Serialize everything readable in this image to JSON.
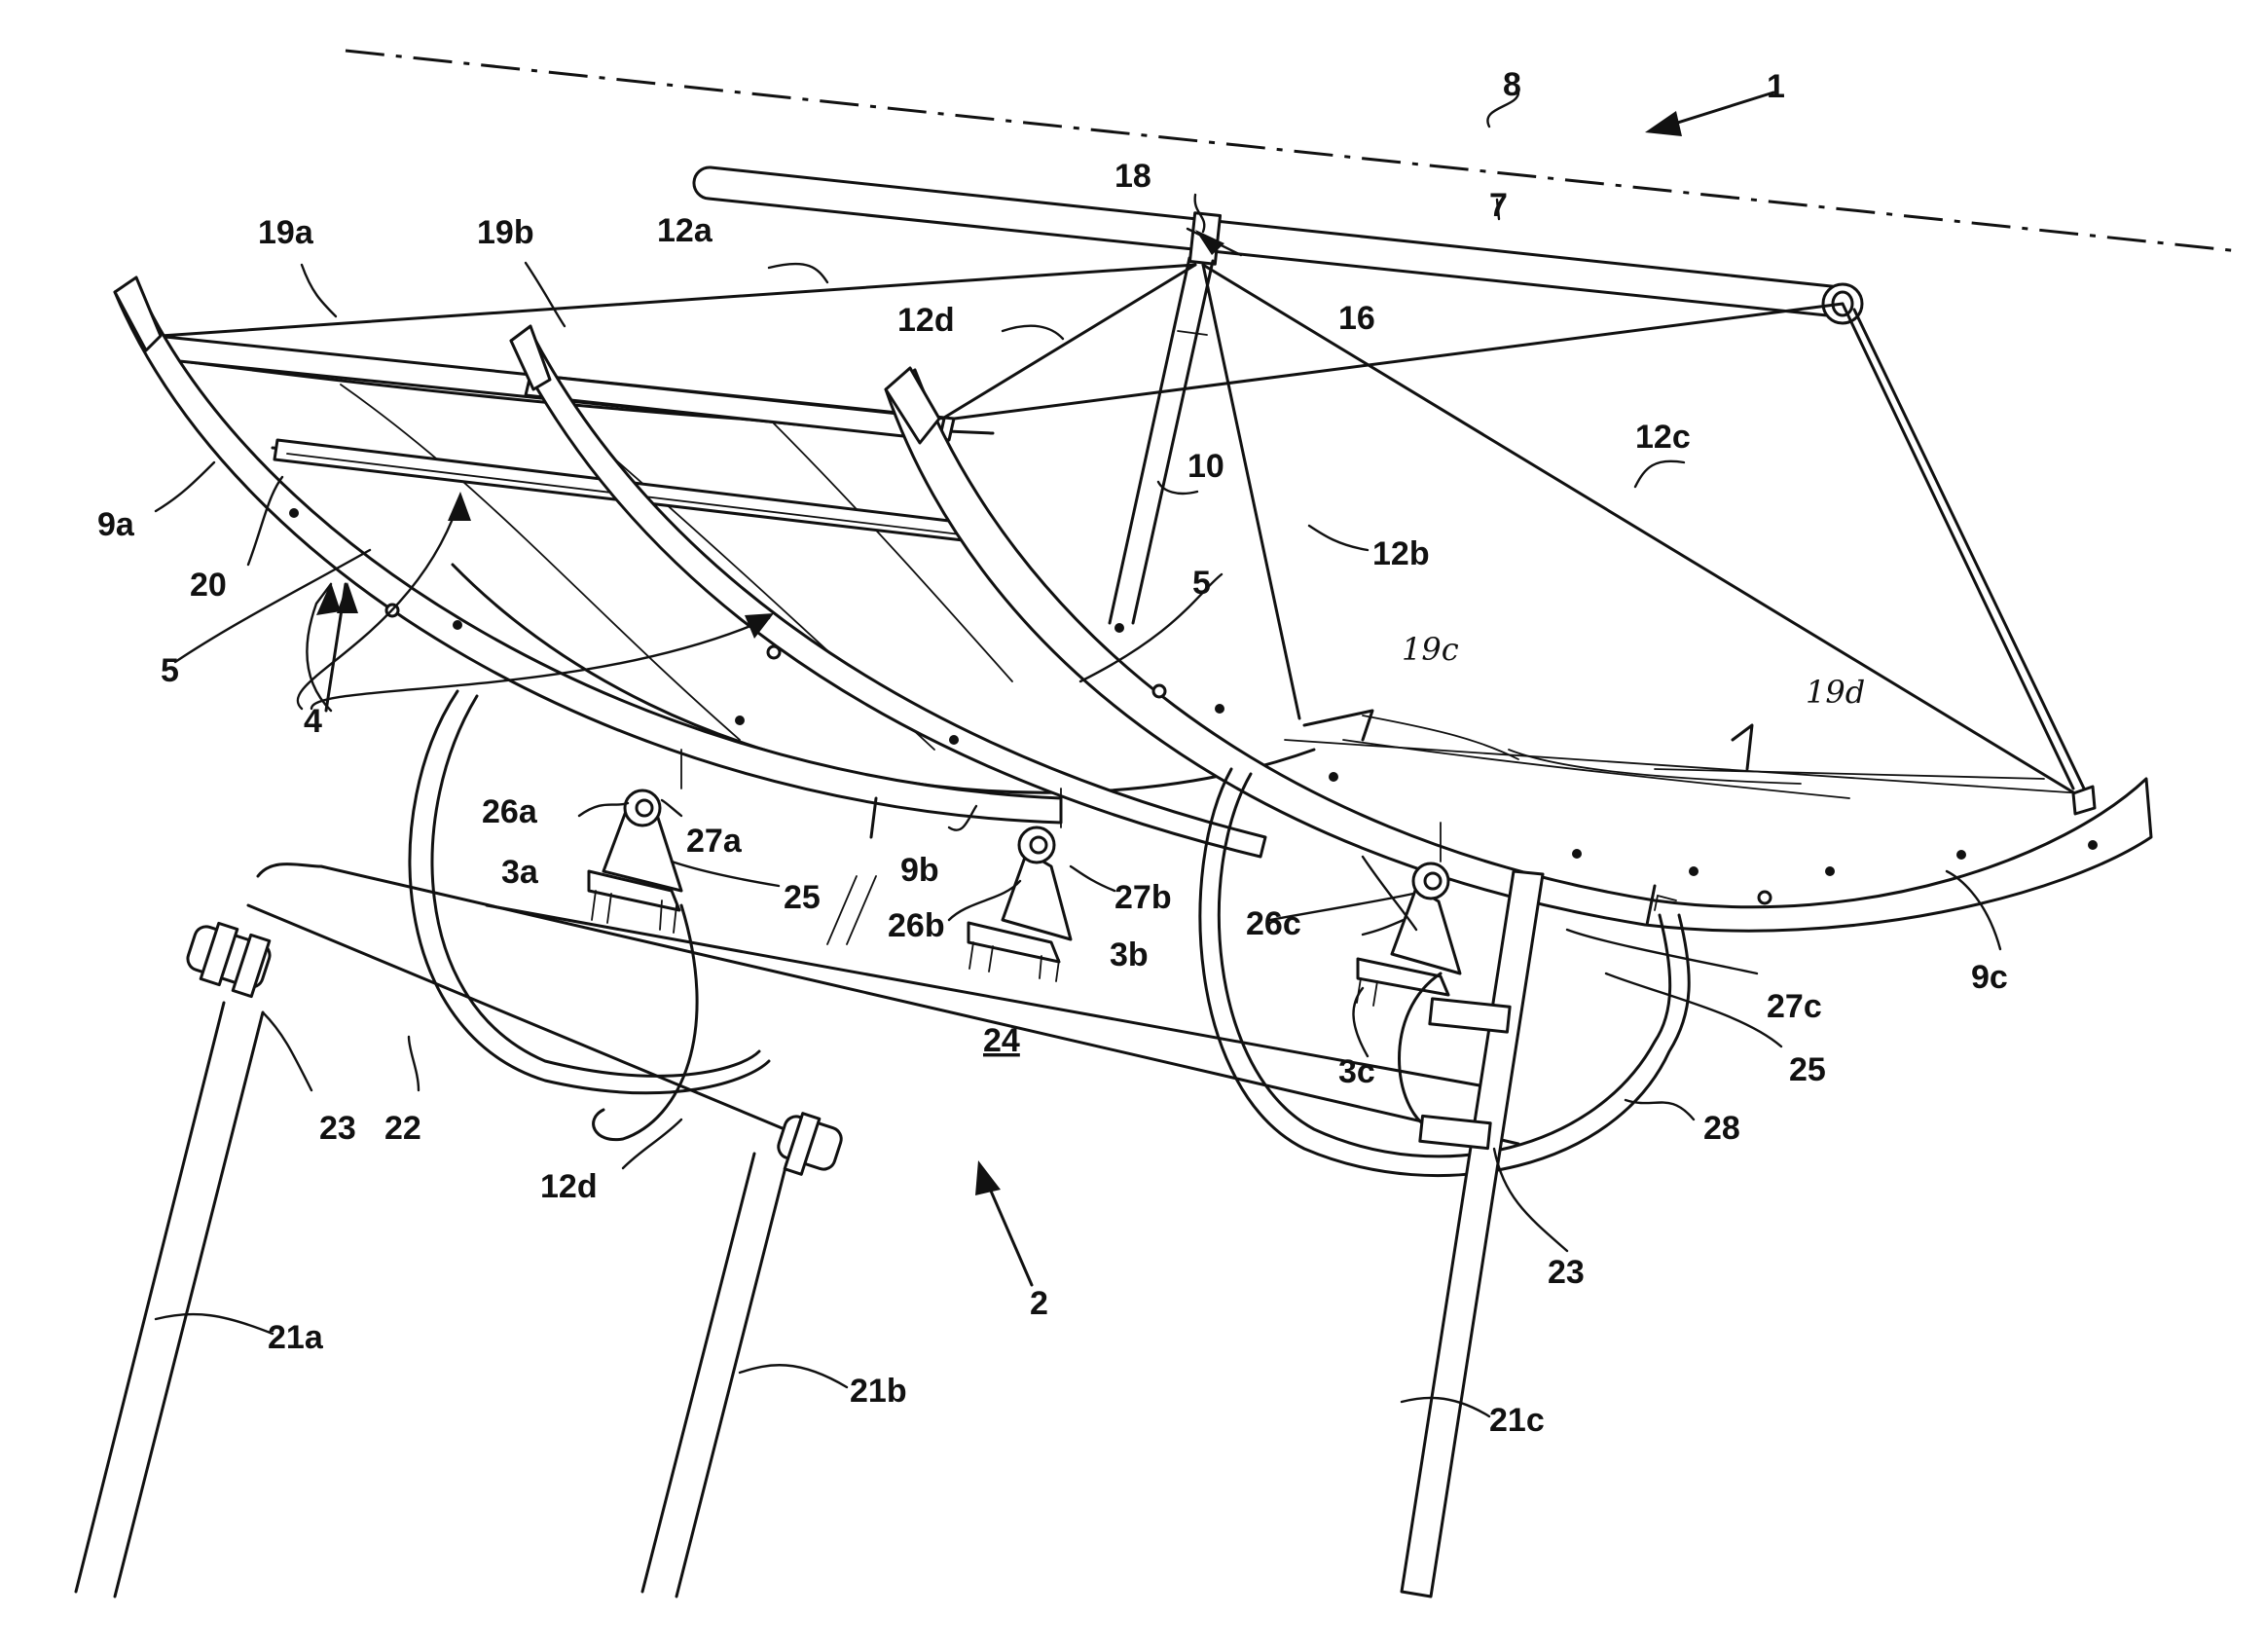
{
  "figure": {
    "labels": {
      "l1": "1",
      "l2": "2",
      "l3a": "3a",
      "l3b": "3b",
      "l3c": "3c",
      "l4": "4",
      "l5a": "5",
      "l5b": "5",
      "l7": "7",
      "l8": "8",
      "l9a": "9a",
      "l9b": "9b",
      "l9c": "9c",
      "l10": "10",
      "l12a": "12a",
      "l12b": "12b",
      "l12c": "12c",
      "l12d_top": "12d",
      "l12d_bot": "12d",
      "l16": "16",
      "l18": "18",
      "l19a": "19a",
      "l19b": "19b",
      "l19c": "19c",
      "l19d": "19d",
      "l20": "20",
      "l21a": "21a",
      "l21b": "21b",
      "l21c": "21c",
      "l22": "22",
      "l23a": "23",
      "l23b": "23",
      "l24": "24",
      "l25a": "25",
      "l25b": "25",
      "l26a": "26a",
      "l26b": "26b",
      "l26c": "26c",
      "l27a": "27a",
      "l27b": "27b",
      "l27c": "27c",
      "l28": "28"
    }
  }
}
